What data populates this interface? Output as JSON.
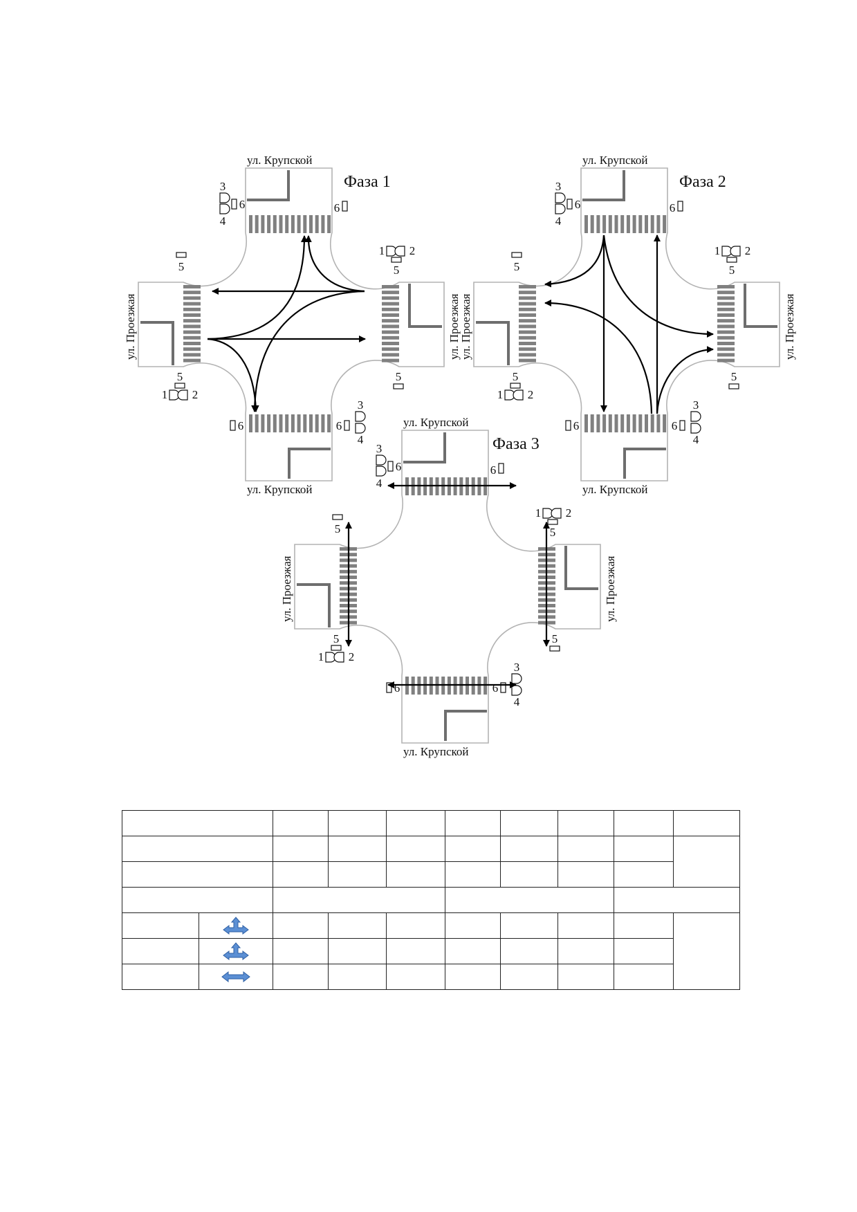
{
  "intersection": {
    "street_vertical": "ул. Крупской",
    "street_horizontal": "ул. Проезжая"
  },
  "phases": [
    {
      "label": "Фаза 1"
    },
    {
      "label": "Фаза 2"
    },
    {
      "label": "Фаза 3"
    }
  ],
  "signal_numbers": {
    "s1": "1",
    "s2": "2",
    "s3": "3",
    "s4": "4",
    "s5": "5",
    "s6": "6"
  },
  "colors": {
    "road_outline": "#b3b3b3",
    "crosswalk": "#808080",
    "stop_line": "#6e6e6e",
    "arrow": "#000000",
    "table_arrow_fill": "#5b8fd4",
    "table_arrow_stroke": "#2e5fa3"
  },
  "table": {
    "rows": 7,
    "icons": [
      "arrow-straight-left-right-icon",
      "arrow-straight-left-right-icon",
      "arrow-left-right-icon"
    ]
  }
}
